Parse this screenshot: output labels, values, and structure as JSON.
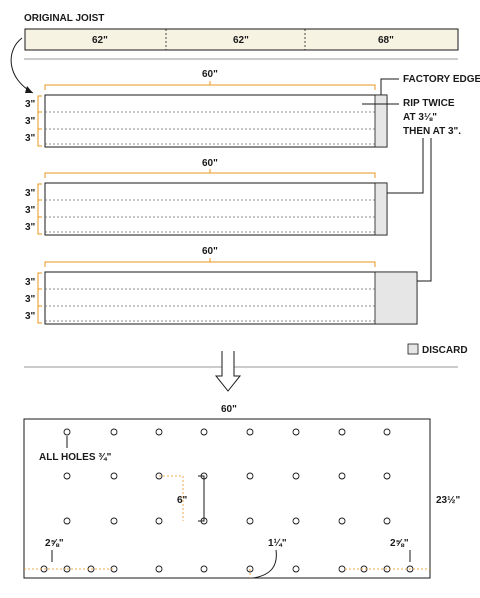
{
  "header": {
    "title": "ORIGINAL JOIST"
  },
  "joist": {
    "segments": [
      "62\"",
      "62\"",
      "68\""
    ]
  },
  "boards": [
    {
      "length_label": "60\"",
      "strip_labels": [
        "3\"",
        "3\"",
        "3\""
      ]
    },
    {
      "length_label": "60\"",
      "strip_labels": [
        "3\"",
        "3\"",
        "3\""
      ]
    },
    {
      "length_label": "60\"",
      "strip_labels": [
        "3\"",
        "3\"",
        "3\""
      ]
    }
  ],
  "annotations": {
    "factory_edge": "FACTORY EDGE",
    "rip_line1": "RIP TWICE",
    "rip_line2": "AT 3⅛\"",
    "rip_line3": "THEN AT 3\".",
    "discard": "DISCARD"
  },
  "top_panel": {
    "width_label": "60\"",
    "height_label": "23½\"",
    "holes_label": "ALL HOLES ¾\"",
    "spacing_label": "6\"",
    "edge_left_label": "2⅝\"",
    "edge_right_label": "2⅝\"",
    "edge_bottom_label": "1¼\""
  },
  "colors": {
    "accent": "#e8951e",
    "ink": "#1a1a1a",
    "joist_fill": "#f7f3e3",
    "discard_fill": "#e6e6e6"
  }
}
